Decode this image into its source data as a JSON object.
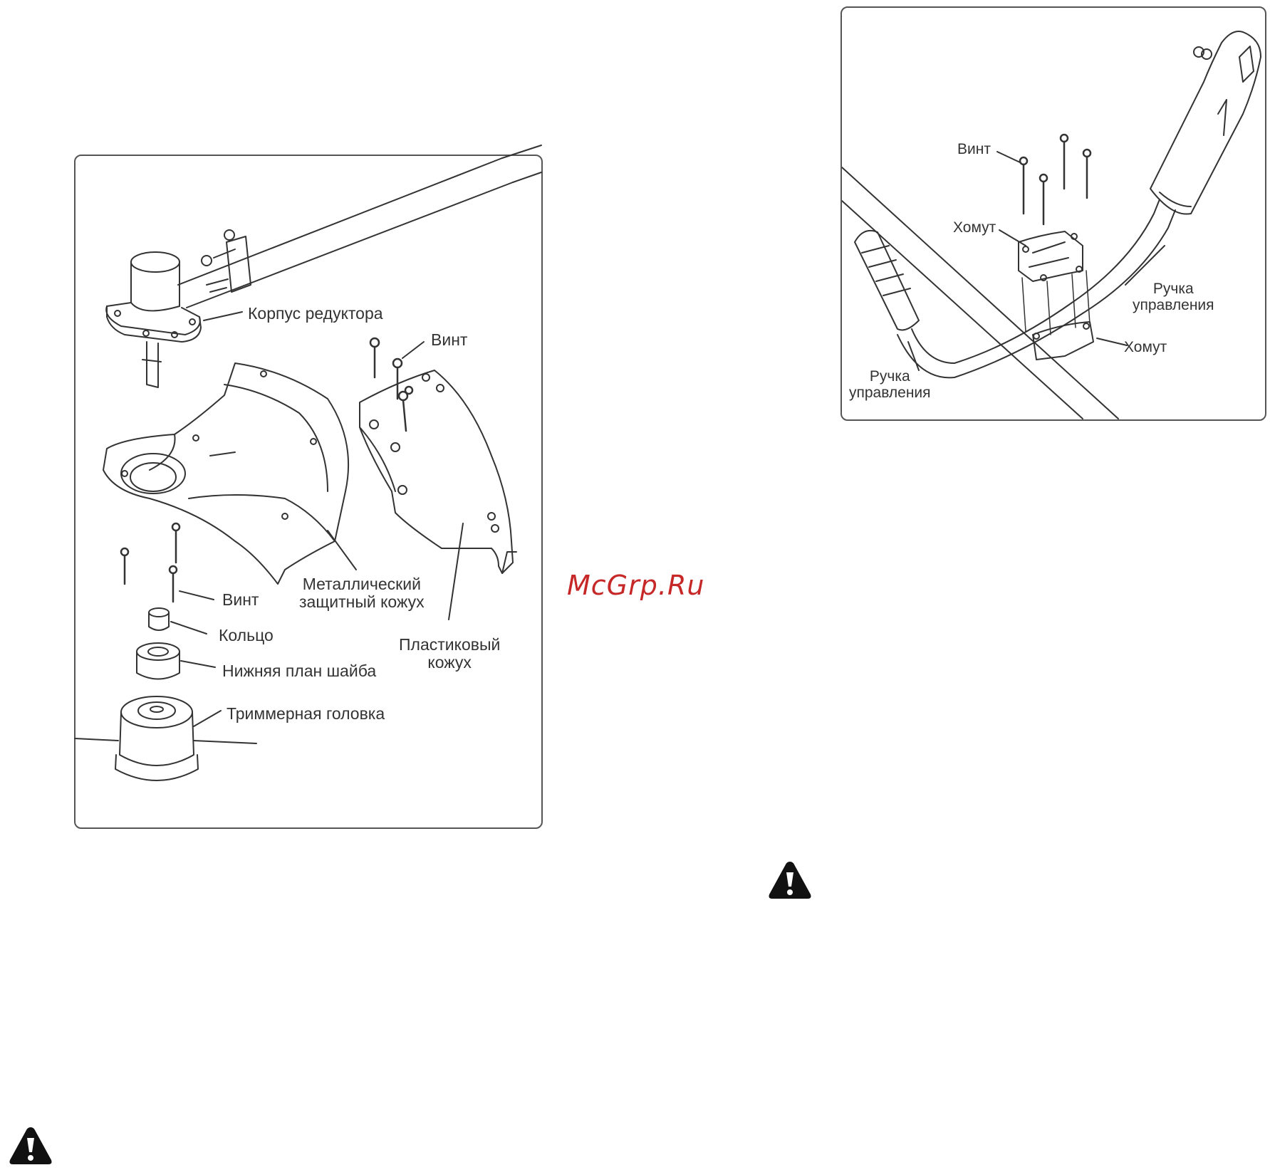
{
  "left_diagram": {
    "gearbox_housing": "Корпус редуктора",
    "screw_top": "Винт",
    "metal_guard": "Металлический\nзащитный кожух",
    "screw_bottom": "Винт",
    "ring": "Кольцо",
    "lower_washer": "Нижняя план шайба",
    "plastic_guard": "Пластиковый\nкожух",
    "trimmer_head": "Триммерная головка"
  },
  "right_diagram": {
    "screw": "Винт",
    "clamp_top": "Хомут",
    "handle_right": "Ручка\nуправления",
    "clamp_bottom": "Хомут",
    "handle_left": "Ручка\nуправления"
  },
  "watermark": "McGrp.Ru",
  "icons": {
    "warning": "warning-triangle-icon"
  }
}
